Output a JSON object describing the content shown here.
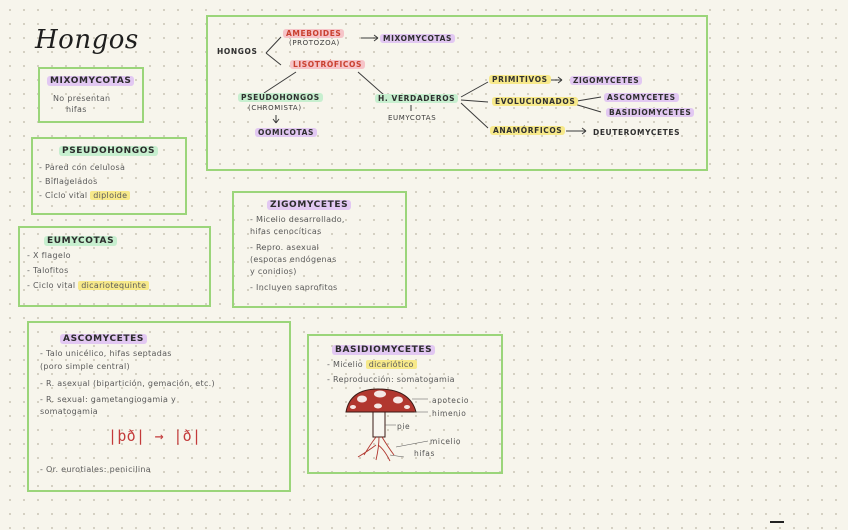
{
  "title": "Hongos",
  "tree": {
    "root": "HONGOS",
    "amebo": "AMEBOIDES",
    "amebo_sub": "(PROTOZOA)",
    "mixo": "MIXOMYCOTAS",
    "liso": "LISOTRÓFICOS",
    "pseudo": "PSEUDOHONGOS",
    "pseudo_sub": "(CHROMISTA)",
    "oomi": "OOMICOTAS",
    "verdaderos": "H. VERDADEROS",
    "eumy": "EUMYCOTAS",
    "primitivos": "PRIMITIVOS",
    "zigo": "ZIGOMYCETES",
    "evolucionados": "EVOLUCIONADOS",
    "asco": "ASCOMYCETES",
    "basidio": "BASIDIOMYCETES",
    "anamorficos": "ANAMÓRFICOS",
    "deutero": "DEUTEROMYCETES"
  },
  "mixomycotas": {
    "title": "MIXOMYCOTAS",
    "lines": [
      "No presentan",
      "hifas"
    ]
  },
  "pseudohongos": {
    "title": "PSEUDOHONGOS",
    "lines": [
      "- Pared con celulosa",
      "- Biflagelados",
      "- Ciclo vital"
    ],
    "highlight": "diploide"
  },
  "eumycotas": {
    "title": "EUMYCOTAS",
    "lines": [
      "- X flagelo",
      "- Talofitos",
      "- Ciclo vital"
    ],
    "highlight": "dicariotequinte"
  },
  "zigomycetes": {
    "title": "ZIGOMYCETES",
    "lines": [
      "- Micelio desarrollado,",
      "  hifas cenocíticas",
      "- Repro. asexual",
      "  (esporas endógenas",
      "   y conidios)",
      "- Incluyen saprofitos"
    ]
  },
  "ascomycetes": {
    "title": "ASCOMYCETES",
    "lines": [
      "- Talo unicélico, hifas septadas",
      "  (poro simple central)",
      "- R. asexual (bipartición, gemación, etc.)",
      "- R. sexual: gametangiogamia y",
      "  somatogamia",
      "- Or. eurotiales: penicilina"
    ],
    "sketch": "|þð| → |ð|"
  },
  "basidiomycetes": {
    "title": "BASIDIOMYCETES",
    "lines": [
      "- Micelio",
      "- Reproducción: somatogamia"
    ],
    "highlight": "dicariótico",
    "labels": [
      "apotecio",
      "himenio",
      "pie",
      "micelio",
      "hifas"
    ]
  }
}
